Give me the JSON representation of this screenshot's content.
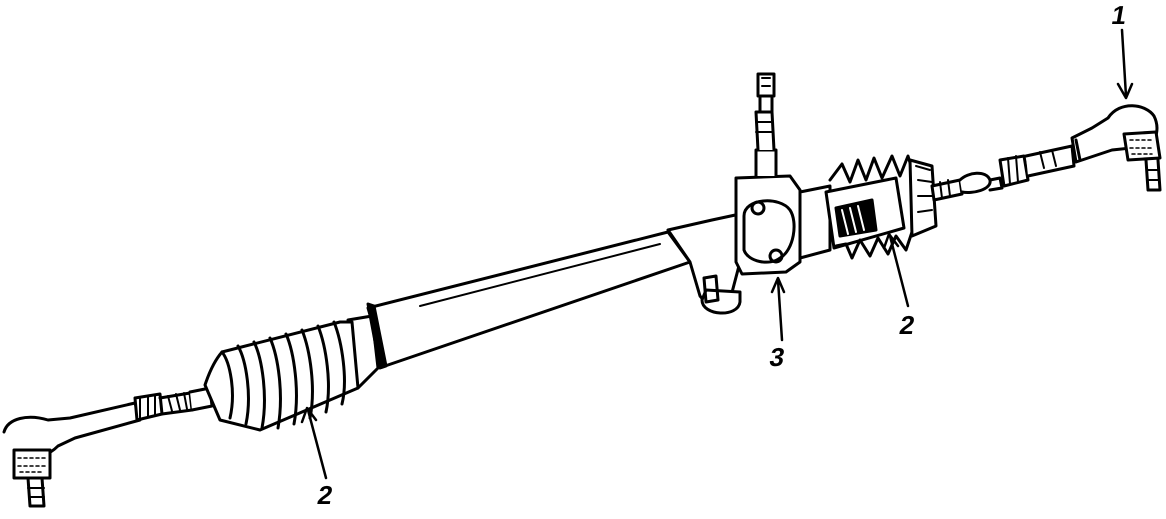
{
  "diagram": {
    "callouts": [
      {
        "id": "tie-rod-end-right",
        "label": "1"
      },
      {
        "id": "boot-right",
        "label": "2"
      },
      {
        "id": "housing-mount",
        "label": "3"
      },
      {
        "id": "boot-left",
        "label": "2"
      }
    ]
  }
}
